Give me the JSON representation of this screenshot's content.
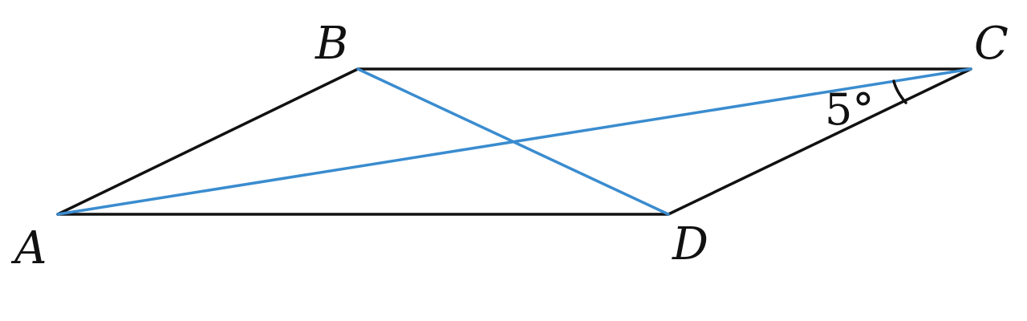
{
  "diagram": {
    "vertices": [
      {
        "id": "A",
        "label": "A"
      },
      {
        "id": "B",
        "label": "B"
      },
      {
        "id": "C",
        "label": "C"
      },
      {
        "id": "D",
        "label": "D"
      }
    ],
    "sides": [
      [
        "A",
        "B"
      ],
      [
        "B",
        "C"
      ],
      [
        "C",
        "D"
      ],
      [
        "D",
        "A"
      ]
    ],
    "diagonals": [
      [
        "A",
        "C"
      ],
      [
        "B",
        "D"
      ]
    ],
    "angle_marker": {
      "vertex": "C",
      "label": "5°"
    },
    "colors": {
      "sides": "#111111",
      "diagonals": "#3a8ccf"
    }
  }
}
